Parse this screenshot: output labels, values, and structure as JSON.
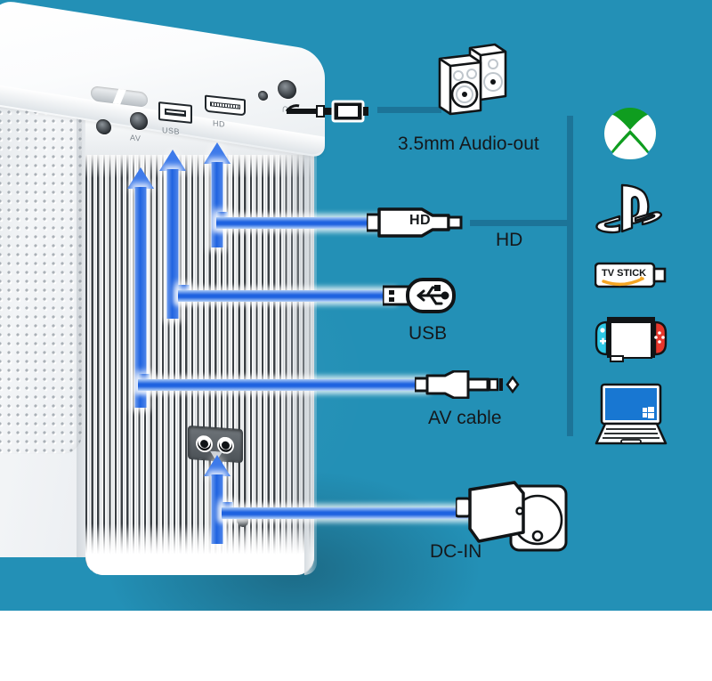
{
  "scene": {
    "title": "Mini projector connectivity diagram",
    "background_color": "#2390b6",
    "accent_cable_color": "#1f63e0",
    "connector_line_color": "#1c7498"
  },
  "projector": {
    "name": "mini-projector",
    "body_color": "#f2f4f6",
    "ports": [
      {
        "id": "av",
        "label": "AV",
        "type": "round-jack"
      },
      {
        "id": "usb",
        "label": "USB",
        "type": "usb-a"
      },
      {
        "id": "hd",
        "label": "HD",
        "type": "hdmi"
      },
      {
        "id": "ir",
        "label": "",
        "type": "ir-sensor"
      },
      {
        "id": "headphone",
        "label": "",
        "glyph": "∩",
        "type": "3.5mm-jack"
      }
    ],
    "power_inlet": {
      "id": "dc-in",
      "label": "",
      "type": "figure-8-ac-inlet"
    }
  },
  "connections": [
    {
      "id": "audio-out",
      "caption": "3.5mm Audio-out",
      "connector_label": "",
      "device": "speakers"
    },
    {
      "id": "hd",
      "caption": "HD",
      "connector_label": "HD",
      "device": "hd-cable"
    },
    {
      "id": "usb",
      "caption": "USB",
      "connector_label": "",
      "device": "usb-flash-drive"
    },
    {
      "id": "av",
      "caption": "AV cable",
      "connector_label": "",
      "device": "av-cable"
    },
    {
      "id": "dc-in",
      "caption": "DC-IN",
      "connector_label": "",
      "device": "power-adapter"
    }
  ],
  "captions": {
    "audio_out": "3.5mm Audio-out",
    "hd": "HD",
    "usb": "USB",
    "av_cable": "AV cable",
    "dc_in": "DC-IN"
  },
  "connector_labels": {
    "hd_plug": "HD",
    "tv_stick": "TV STICK"
  },
  "devices": [
    {
      "id": "xbox",
      "label": "",
      "color": "#0f9d1f"
    },
    {
      "id": "playstation",
      "label": "",
      "color": "#ffffff"
    },
    {
      "id": "tv-stick",
      "label": "TV STICK",
      "color": "#ffffff"
    },
    {
      "id": "nintendo-switch",
      "label": "",
      "color": "#ffffff"
    },
    {
      "id": "windows-laptop",
      "label": "",
      "color": "#1877d2"
    }
  ]
}
